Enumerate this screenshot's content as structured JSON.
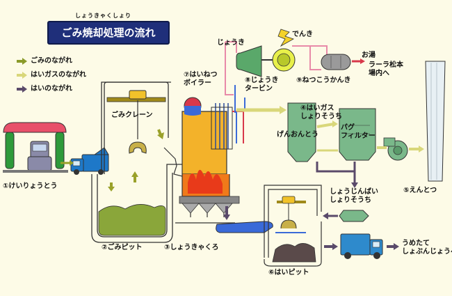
{
  "title": {
    "ruby": "しょうきゃくしょり",
    "text": "ごみ焼却処理の流れ"
  },
  "legend": [
    {
      "label": "ごみのながれ",
      "color": "#8a9a2a"
    },
    {
      "label": "はいガスのながれ",
      "color": "#d9d77a"
    },
    {
      "label": "はいのながれ",
      "color": "#5a4a6a"
    }
  ],
  "labels": {
    "weigh": "①けいりょうとう",
    "pit": "②ごみピット",
    "crane": "ごみクレーン",
    "incinerator": "③しょうきゃくろ",
    "gas_treat": "④はいガス\nしょりそうち",
    "stack": "⑤えんとつ",
    "ash_pit": "⑥はいピット",
    "boiler": "⑦はいねつ\nボイラー",
    "turbine": "⑧じょうき\nタービン",
    "heat_exchanger": "⑨ねつこうかんき",
    "steam": "じょうき",
    "electricity": "でんき",
    "hot_water": "お湯",
    "destination": "ラーラ松本\n場内へ",
    "cooling_tower": "げんおんとう",
    "bag_filter": "バグ\nフィルター",
    "ash_treat": "しょうじんばい\nしょりそうち",
    "landfill": "うめたて\nしょぶんじょうへ"
  }
}
